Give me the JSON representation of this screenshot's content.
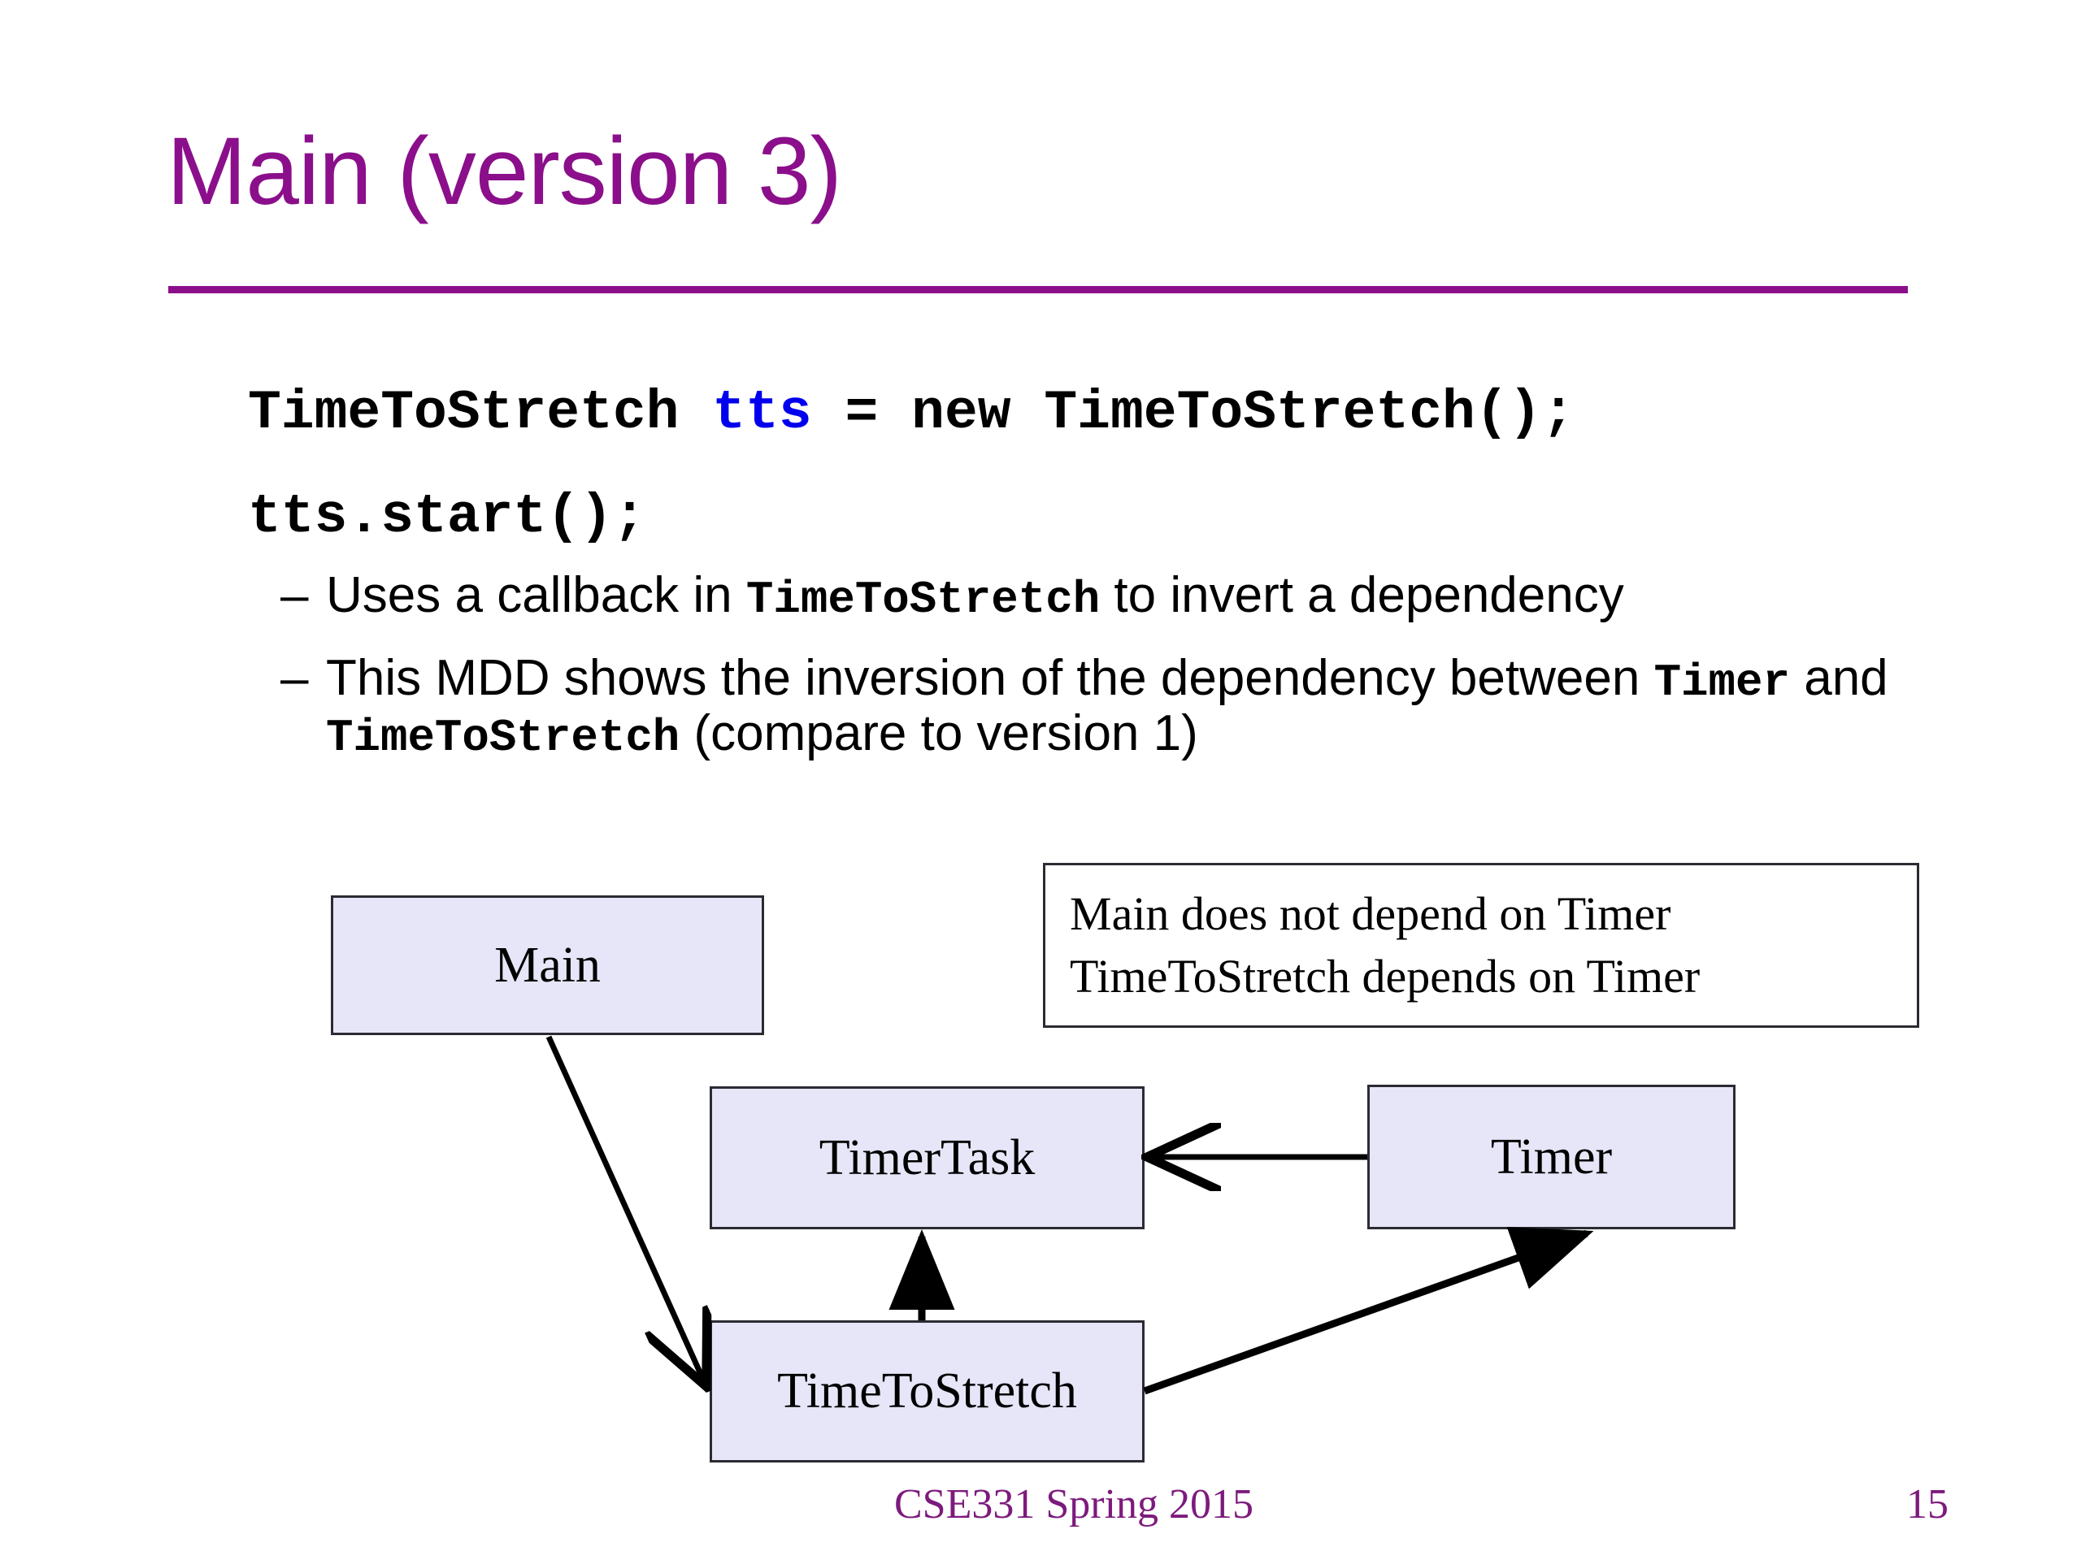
{
  "slide": {
    "title": "Main (version 3)",
    "accent_color": "#8b0f8b",
    "background_color": "#ffffff"
  },
  "code": {
    "line1_part1": "TimeToStretch ",
    "line1_var": "tts",
    "line1_part2": " = new TimeToStretch();",
    "line2": "tts.start();",
    "var_color": "#0000ee"
  },
  "bullets": [
    {
      "marker": "–",
      "seg1": "Uses a callback in ",
      "code1": "TimeToStretch",
      "seg2": " to invert a dependency",
      "code2": "",
      "seg3": ""
    },
    {
      "marker": "–",
      "seg1": "This MDD shows the inversion of the dependency between ",
      "code1": "Timer",
      "seg2": " and ",
      "code2": "TimeToStretch",
      "seg3": " (compare to version 1)"
    }
  ],
  "diagram": {
    "node_fill": "#e6e6f8",
    "node_border": "#2b2b33",
    "nodes": [
      {
        "id": "main",
        "label": "Main"
      },
      {
        "id": "timertask",
        "label": "TimerTask"
      },
      {
        "id": "timer",
        "label": "Timer"
      },
      {
        "id": "timetostretch",
        "label": "TimeToStretch"
      }
    ],
    "note": {
      "line1": "Main does not depend on Timer",
      "line2": "TimeToStretch depends on Timer"
    },
    "edges": [
      {
        "from": "main",
        "to": "timetostretch"
      },
      {
        "from": "timer",
        "to": "timertask"
      },
      {
        "from": "timetostretch",
        "to": "timertask"
      },
      {
        "from": "timetostretch",
        "to": "timer"
      }
    ]
  },
  "footer": {
    "course": "CSE331 Spring 2015",
    "page_number": "15",
    "color": "#7d1a7d"
  }
}
